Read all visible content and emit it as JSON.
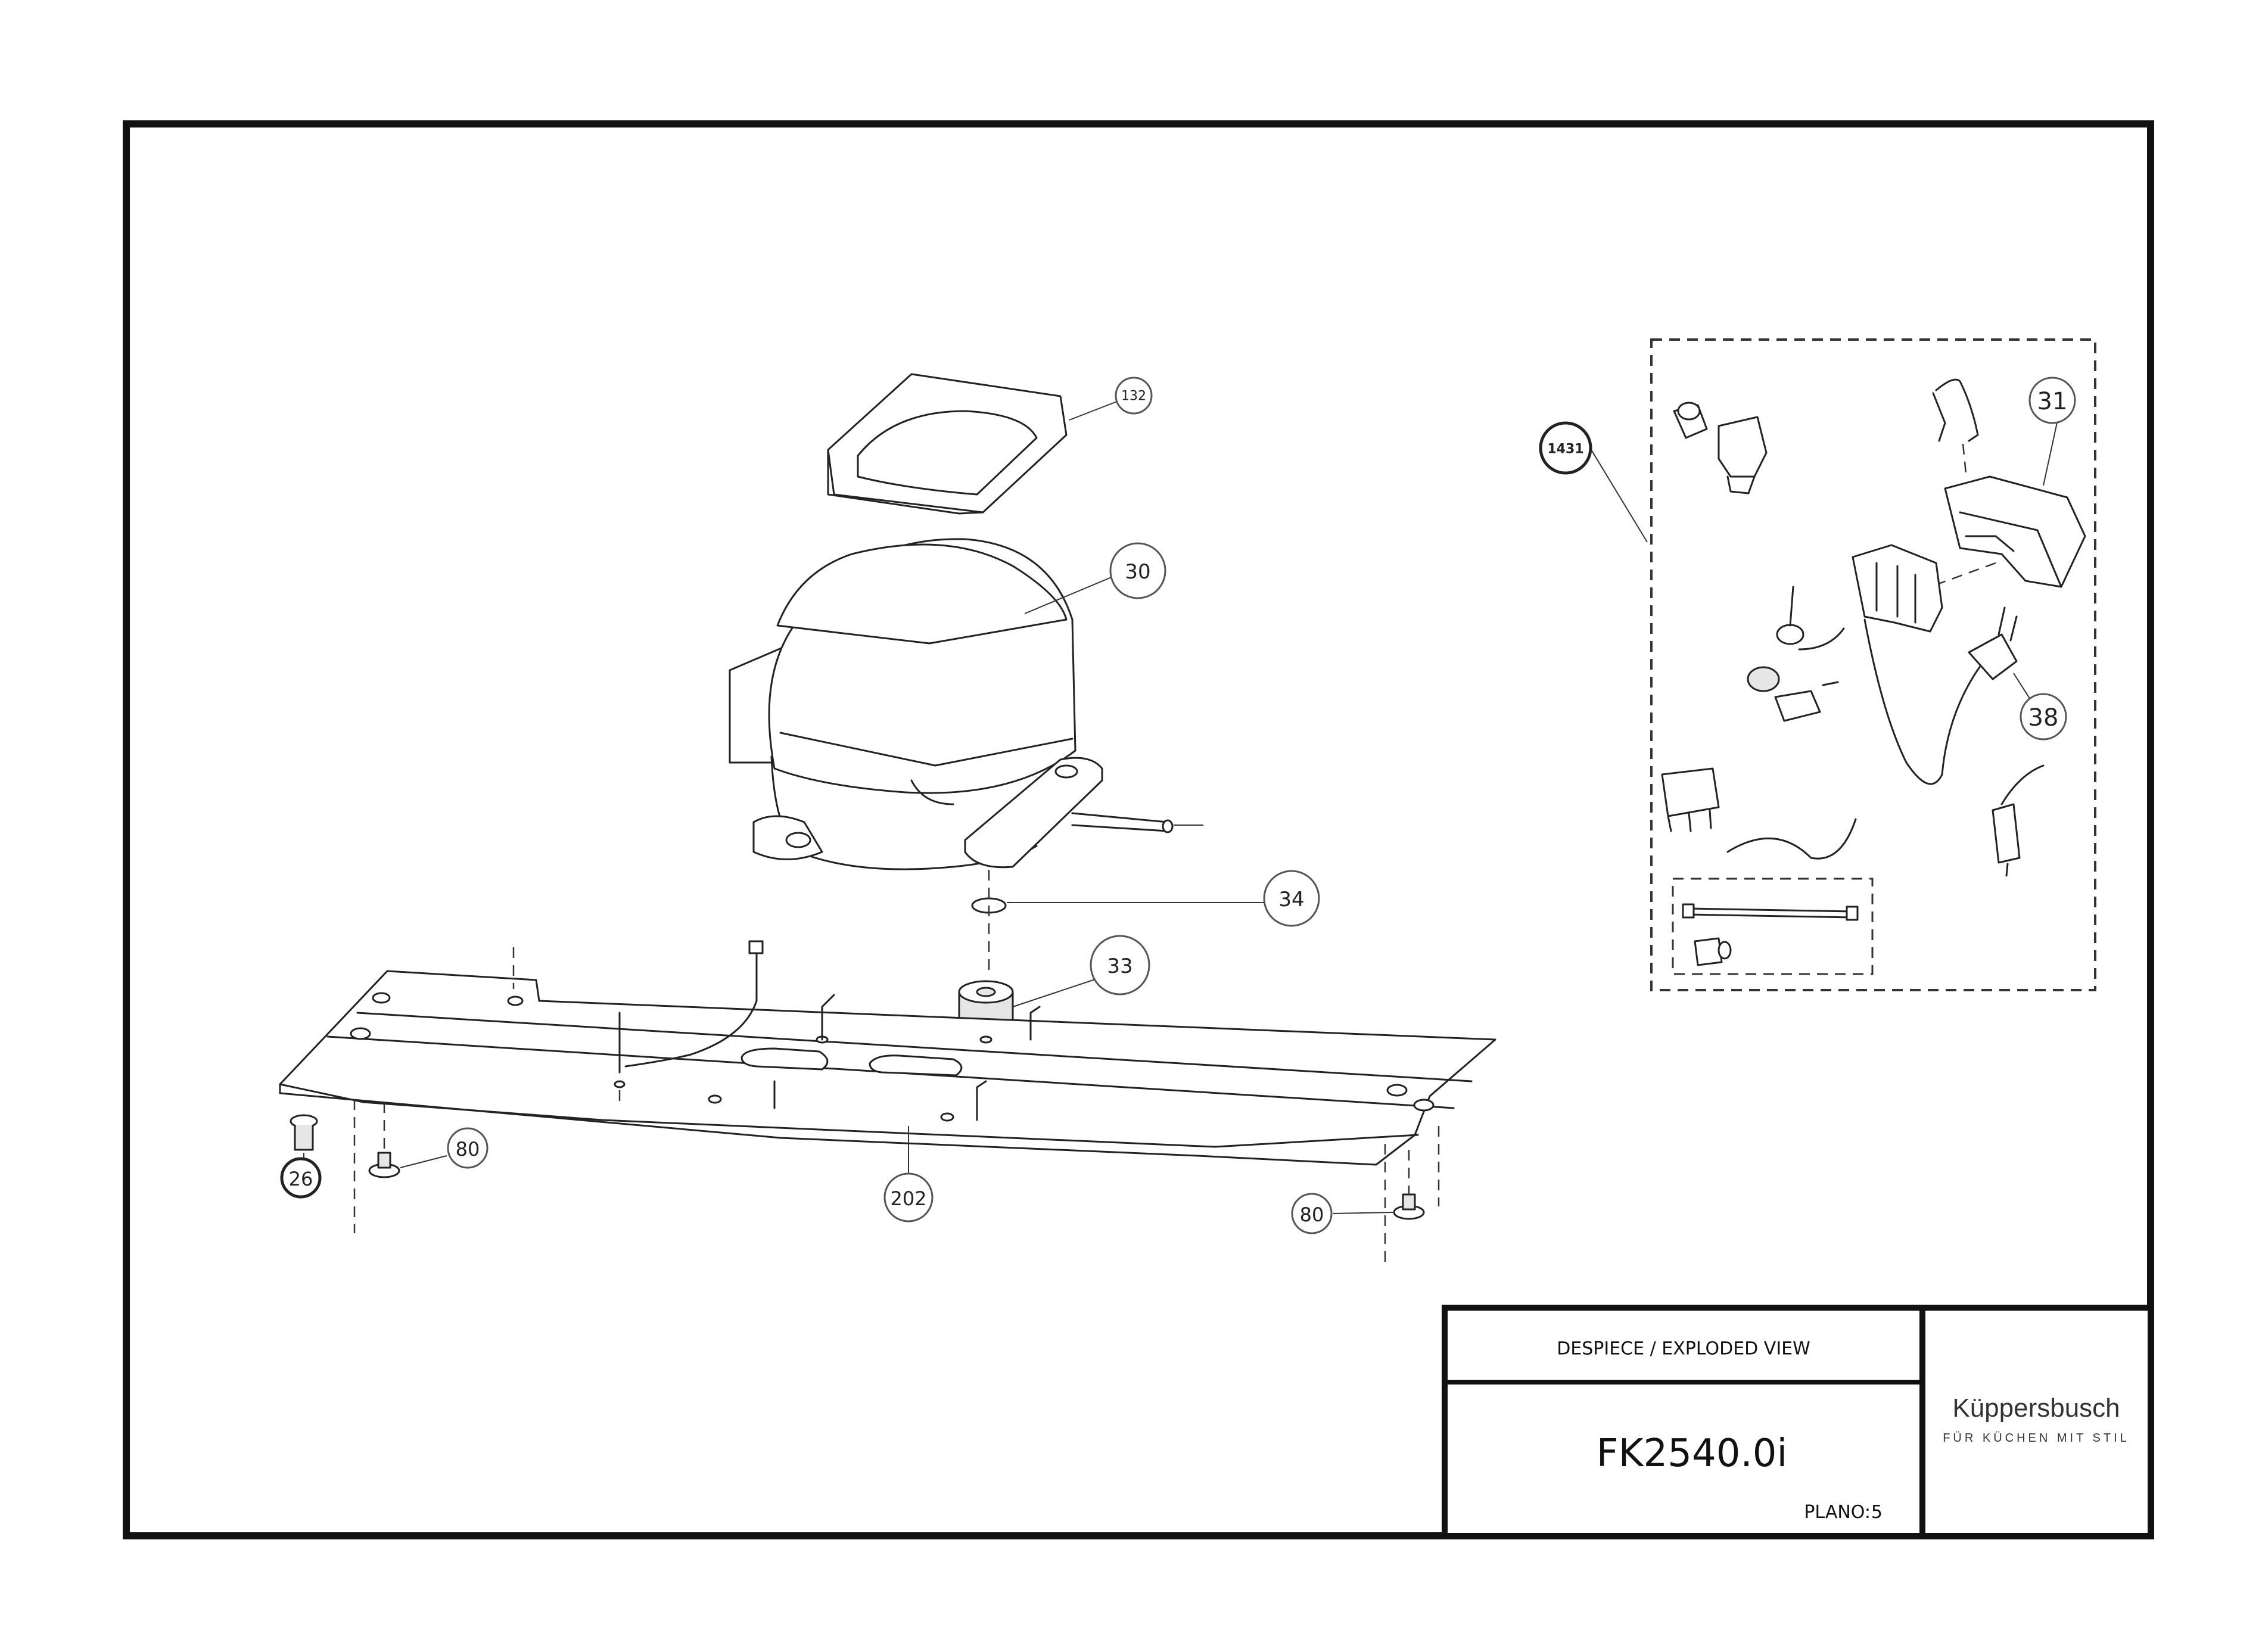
{
  "title_block": {
    "view_title": "DESPIECE / EXPLODED VIEW",
    "model": "FK2540.0i",
    "plano_label": "PLANO:",
    "plano_number": "5"
  },
  "brand": {
    "name": "Küppersbusch",
    "tagline": "FÜR KÜCHEN MIT STIL"
  },
  "callouts": {
    "c132": "132",
    "c30": "30",
    "c34": "34",
    "c33": "33",
    "c202": "202",
    "c26": "26",
    "c80a": "80",
    "c80b": "80",
    "c1431": "1431",
    "c31": "31",
    "c38": "38"
  }
}
